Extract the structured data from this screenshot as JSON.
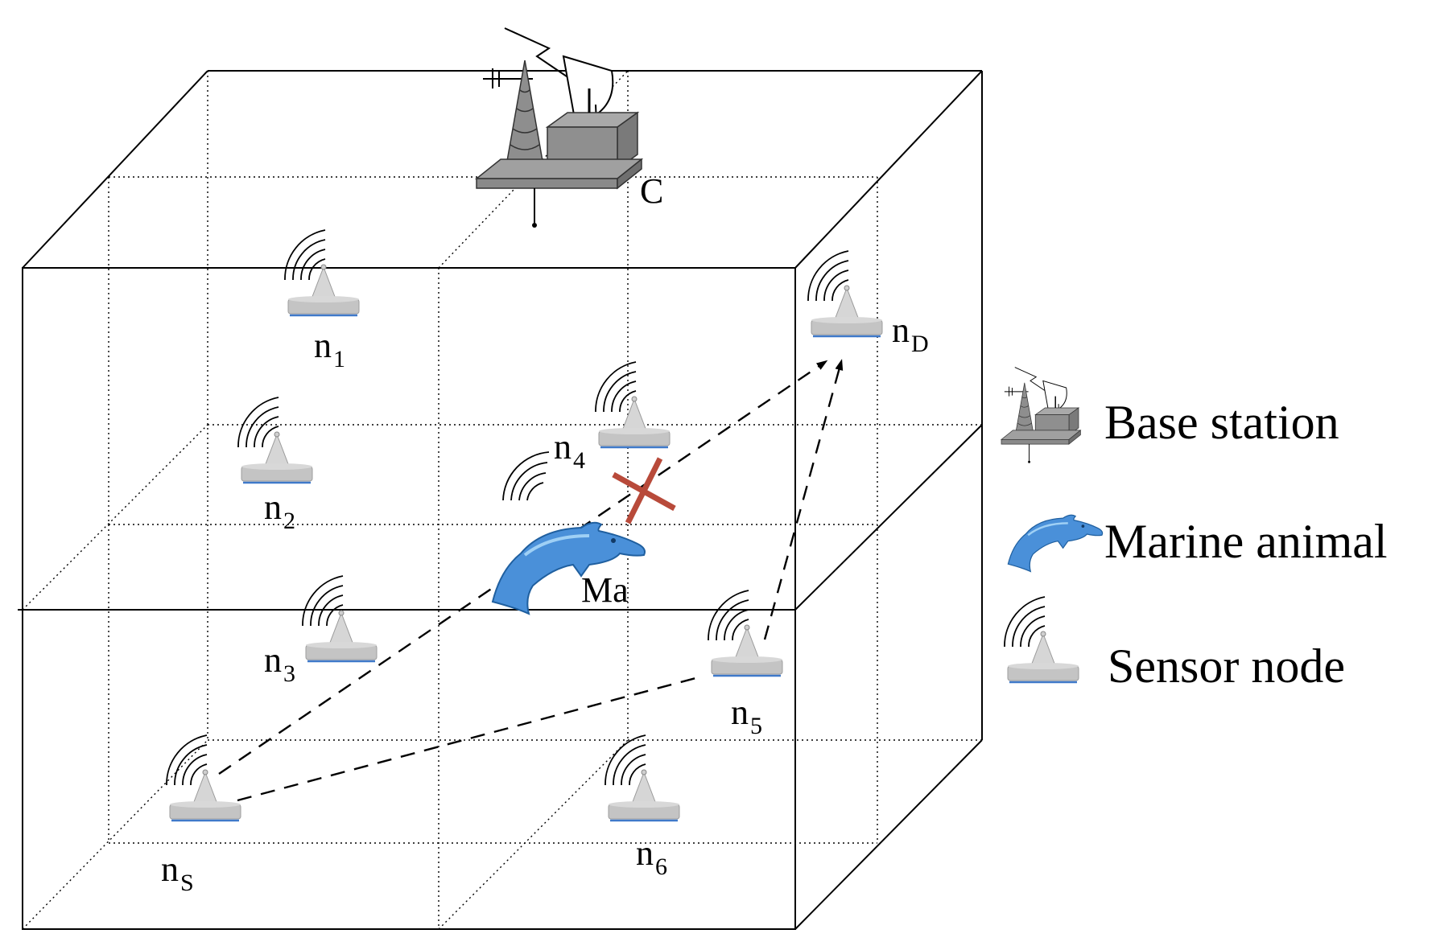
{
  "nodes": [
    {
      "id": "n1",
      "base": "n",
      "sub": "1"
    },
    {
      "id": "n2",
      "base": "n",
      "sub": "2"
    },
    {
      "id": "n3",
      "base": "n",
      "sub": "3"
    },
    {
      "id": "n4",
      "base": "n",
      "sub": "4"
    },
    {
      "id": "n5",
      "base": "n",
      "sub": "5"
    },
    {
      "id": "n6",
      "base": "n",
      "sub": "6"
    },
    {
      "id": "nS",
      "base": "n",
      "sub": "S"
    },
    {
      "id": "nD",
      "base": "n",
      "sub": "D"
    }
  ],
  "base_station_label": "C",
  "marine_animal_label": "Ma",
  "legend": {
    "base_station": "Base station",
    "marine_animal": "Marine animal",
    "sensor_node": "Sensor node"
  },
  "colors": {
    "blocked_cross": "#b84a3a",
    "dolphin": "#4a90d9",
    "node_gray": "#bdbdbd",
    "station_gray": "#8c8c8c"
  },
  "icons": {
    "base_station": "base-station-icon",
    "marine_animal": "dolphin-icon",
    "sensor_node": "sensor-node-icon",
    "blocked": "blocked-cross-icon"
  }
}
